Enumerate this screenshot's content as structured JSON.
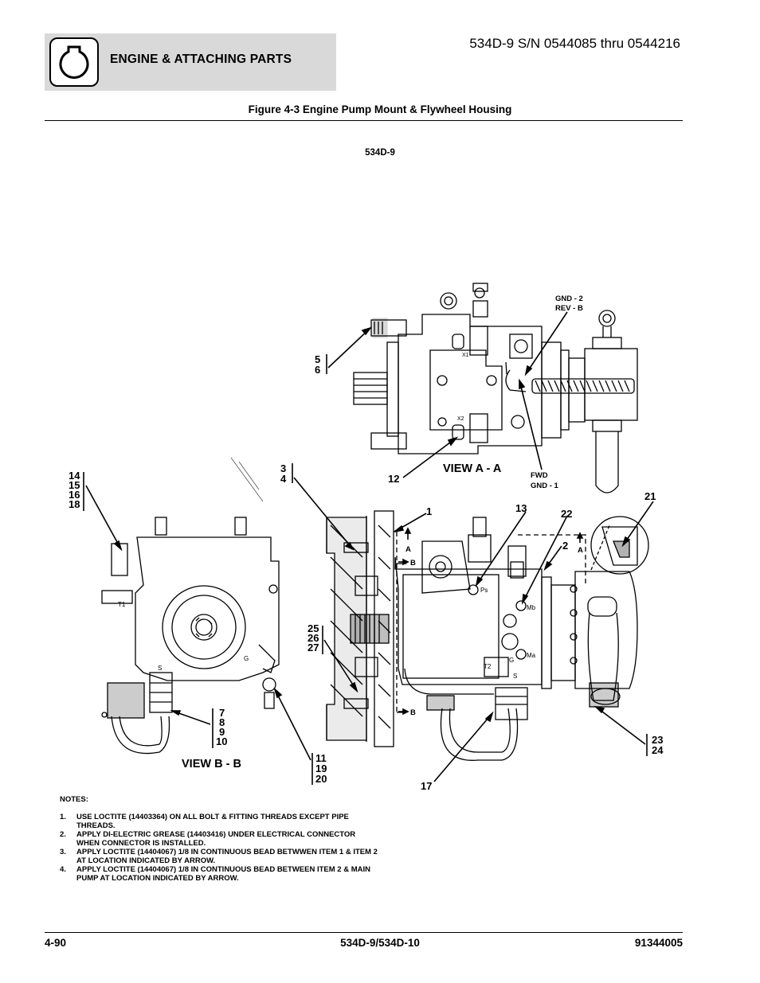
{
  "header": {
    "section_title": "ENGINE & ATTACHING PARTS",
    "serial_range": "534D-9 S/N 0544085 thru 0544216",
    "logo_icon": "engine-valve-icon"
  },
  "figure": {
    "title": "Figure 4-3 Engine Pump Mount & Flywheel Housing",
    "model_label": "534D-9",
    "view_aa": "VIEW A - A",
    "view_bb": "VIEW B - B",
    "gnd2": "GND - 2",
    "revb": "REV - B",
    "fwd": "FWD",
    "gnd1": "GND - 1",
    "callouts": {
      "c1": "1",
      "c2": "2",
      "c12": "12",
      "c13": "13",
      "c17": "17",
      "c21": "21",
      "c22": "22",
      "c5": "5",
      "c6": "6",
      "c3": "3",
      "c4": "4",
      "c14": "14",
      "c15": "15",
      "c16": "16",
      "c18": "18",
      "c25": "25",
      "c26": "26",
      "c27": "27",
      "c7": "7",
      "c8": "8",
      "c9": "9",
      "c10": "10",
      "c11": "11",
      "c19": "19",
      "c20": "20",
      "c23": "23",
      "c24": "24"
    },
    "section_marks": {
      "a": "A",
      "b": "B"
    },
    "port_labels": {
      "ps": "Ps",
      "mb": "Mb",
      "ma": "Ma",
      "t1": "T1",
      "t2": "T2",
      "s": "S",
      "g": "G",
      "x1": "X1",
      "x2": "X2"
    }
  },
  "notes": {
    "title": "NOTES:",
    "items": [
      {
        "num": "1.",
        "line1": "USE LOCTITE (14403364) ON ALL BOLT & FITTING THREADS EXCEPT PIPE",
        "line2": "THREADS."
      },
      {
        "num": "2.",
        "line1": "APPLY DI-ELECTRIC GREASE (14403416) UNDER ELECTRICAL CONNECTOR",
        "line2": "WHEN CONNECTOR IS INSTALLED."
      },
      {
        "num": "3.",
        "line1": "APPLY LOCTITE (14404067) 1/8 IN CONTINUOUS BEAD BETWWEN ITEM 1 & ITEM 2",
        "line2": "AT LOCATION INDICATED BY ARROW."
      },
      {
        "num": "4.",
        "line1": "APPLY LOCTITE (14404067) 1/8 IN CONTINUOUS BEAD BETWEEN ITEM 2 & MAIN",
        "line2": "PUMP AT LOCATION INDICATED BY ARROW."
      }
    ]
  },
  "footer": {
    "page_number": "4-90",
    "models": "534D-9/534D-10",
    "doc_number": "91344005"
  }
}
